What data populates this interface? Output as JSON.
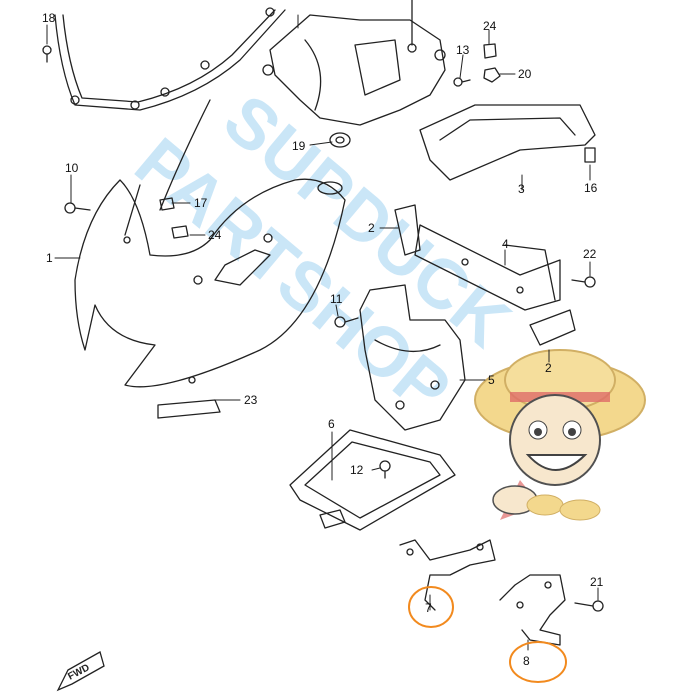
{
  "diagram": {
    "callouts": [
      {
        "id": "c1",
        "text": "1"
      },
      {
        "id": "c2a",
        "text": "2"
      },
      {
        "id": "c2b",
        "text": "2"
      },
      {
        "id": "c3",
        "text": "3"
      },
      {
        "id": "c4",
        "text": "4"
      },
      {
        "id": "c5",
        "text": "5"
      },
      {
        "id": "c6",
        "text": "6"
      },
      {
        "id": "c7",
        "text": "7"
      },
      {
        "id": "c8",
        "text": "8"
      },
      {
        "id": "c10",
        "text": "10"
      },
      {
        "id": "c11",
        "text": "11"
      },
      {
        "id": "c12",
        "text": "12"
      },
      {
        "id": "c13",
        "text": "13"
      },
      {
        "id": "c16",
        "text": "16"
      },
      {
        "id": "c17",
        "text": "17"
      },
      {
        "id": "c18",
        "text": "18"
      },
      {
        "id": "c19",
        "text": "19"
      },
      {
        "id": "c20",
        "text": "20"
      },
      {
        "id": "c21",
        "text": "21"
      },
      {
        "id": "c22",
        "text": "22"
      },
      {
        "id": "c23",
        "text": "23"
      },
      {
        "id": "c24a",
        "text": "24"
      },
      {
        "id": "c24b",
        "text": "24"
      }
    ],
    "fwd_label": "FWD",
    "watermark_line1": "SUPDUCK",
    "watermark_line2": "PARTSHOP",
    "highlight_color": "#f28a1e",
    "line_color": "#222222"
  }
}
